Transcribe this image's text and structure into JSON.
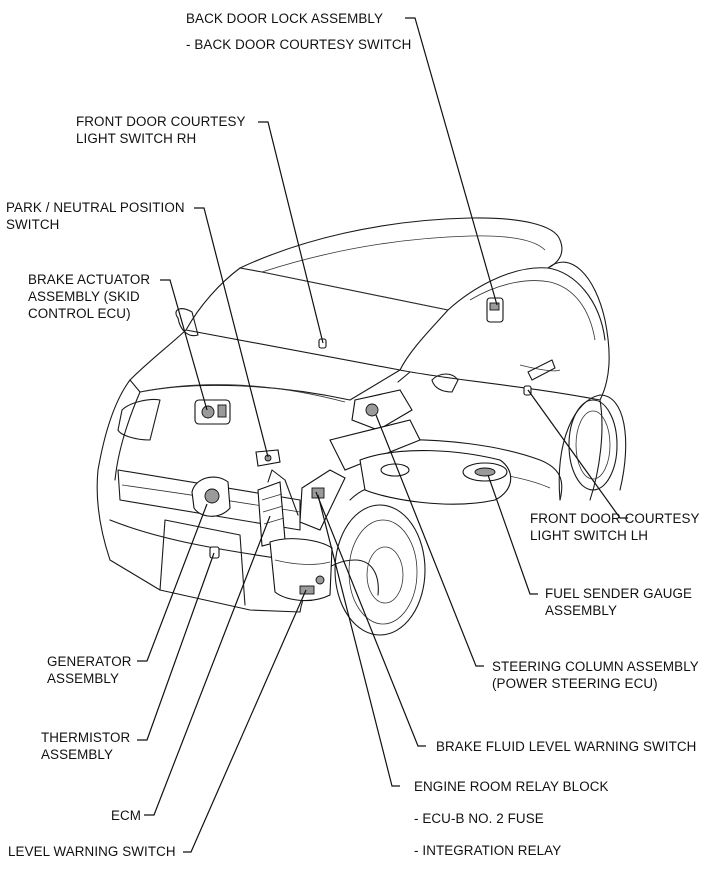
{
  "labels": {
    "back_door_lock": {
      "line1": "BACK DOOR LOCK ASSEMBLY",
      "line2": "- BACK DOOR COURTESY SWITCH"
    },
    "front_door_rh": {
      "line1": "FRONT DOOR COURTESY",
      "line2": "LIGHT SWITCH RH"
    },
    "park_neutral": {
      "line1": "PARK / NEUTRAL POSITION",
      "line2": "SWITCH"
    },
    "brake_actuator": {
      "line1": "BRAKE ACTUATOR",
      "line2": "ASSEMBLY (SKID",
      "line3": "CONTROL ECU)"
    },
    "front_door_lh": {
      "line1": "FRONT DOOR COURTESY",
      "line2": "LIGHT SWITCH LH"
    },
    "fuel_sender": {
      "line1": "FUEL SENDER GAUGE",
      "line2": "ASSEMBLY"
    },
    "generator": {
      "line1": "GENERATOR",
      "line2": "ASSEMBLY"
    },
    "steering_column": {
      "line1": "STEERING COLUMN ASSEMBLY",
      "line2": "(POWER STEERING ECU)"
    },
    "thermistor": {
      "line1": "THERMISTOR",
      "line2": "ASSEMBLY"
    },
    "brake_fluid": {
      "line1": "BRAKE FLUID LEVEL WARNING SWITCH"
    },
    "engine_room_relay": {
      "line1": "ENGINE ROOM RELAY BLOCK",
      "line2": "- ECU-B NO. 2 FUSE",
      "line3": "- INTEGRATION RELAY"
    },
    "ecm": {
      "line1": "ECM"
    },
    "level_warning": {
      "line1": "LEVEL WARNING SWITCH"
    }
  }
}
